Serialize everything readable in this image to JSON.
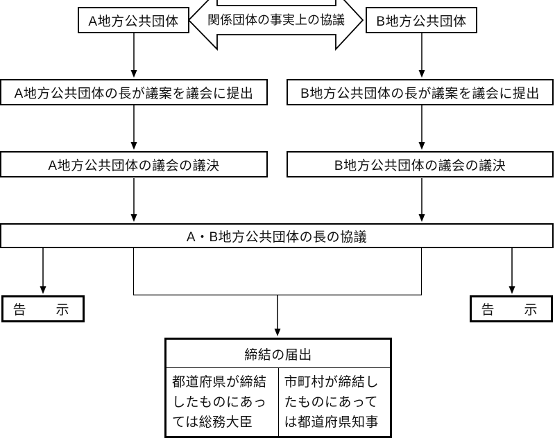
{
  "diagram": {
    "top": {
      "box_a": "A地方公共団体",
      "consult_arrow_label": "関係団体の事実上の協議",
      "box_b": "B地方公共団体"
    },
    "submit_row": {
      "a": "A地方公共団体の長が議案を議会に提出",
      "b": "B地方公共団体の長が議案を議会に提出"
    },
    "vote_row": {
      "a": "A地方公共団体の議会の議決",
      "b": "B地方公共団体の議会の議決"
    },
    "joint_row": {
      "label": "A・B地方公共団体の長の協議"
    },
    "notice": {
      "left": "告　示",
      "right": "告　示"
    },
    "report": {
      "title": "締結の届出",
      "left_cell": "都道府県が締結\nしたものにあっ\nては総務大臣",
      "right_cell": "市町村が締結し\nたものにあって\nは都道府県知事"
    },
    "colors": {
      "line": "#000000",
      "background": "#ffffff"
    }
  }
}
